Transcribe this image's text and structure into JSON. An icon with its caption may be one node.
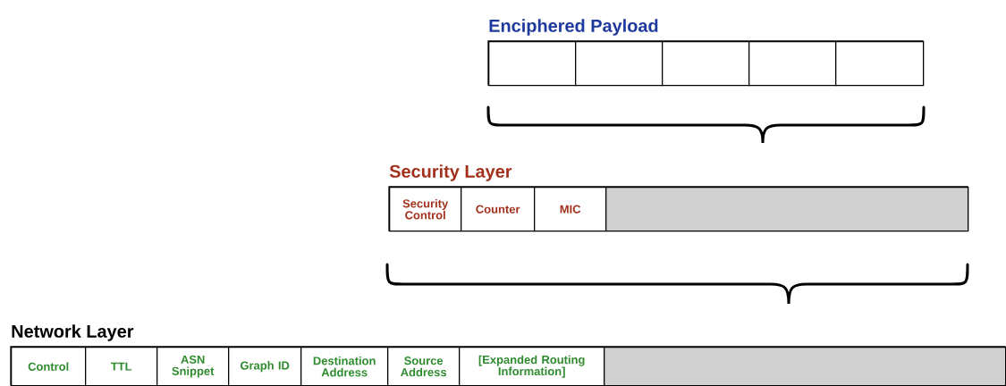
{
  "diagram": {
    "nodes": [
      {
        "text": [
          "Enciphered Payload"
        ]
      },
      {
        "text": [],
        "shape": "box",
        "in": 0
      },
      {
        "text": [],
        "shape": "box",
        "in": 0
      },
      {
        "text": [],
        "shape": "box",
        "in": 0
      },
      {
        "text": [],
        "shape": "box",
        "in": 0
      },
      {
        "text": [],
        "shape": "box",
        "in": 0
      },
      {
        "text": [
          "Security Layer"
        ]
      },
      {
        "text": [
          "Security Control"
        ],
        "in": 6
      },
      {
        "text": [
          "Counter"
        ],
        "in": 6
      },
      {
        "text": [
          "MIC"
        ],
        "in": 6
      },
      {
        "text": [],
        "shape": "box",
        "in": 6
      },
      {
        "text": [
          "Network Layer"
        ]
      },
      {
        "text": [
          "Control"
        ],
        "in": 11
      },
      {
        "text": [
          "TTL"
        ],
        "in": 11
      },
      {
        "text": [
          "ASN Snippet"
        ],
        "in": 11
      },
      {
        "text": [
          "Graph ID"
        ],
        "in": 11
      },
      {
        "text": [
          "Destination Address"
        ],
        "in": 11
      },
      {
        "text": [
          "Source Address"
        ],
        "in": 11
      },
      {
        "text": [
          "[Expanded Routing Information]"
        ],
        "in": 11
      },
      {
        "text": [],
        "shape": "box",
        "in": 11
      }
    ]
  }
}
